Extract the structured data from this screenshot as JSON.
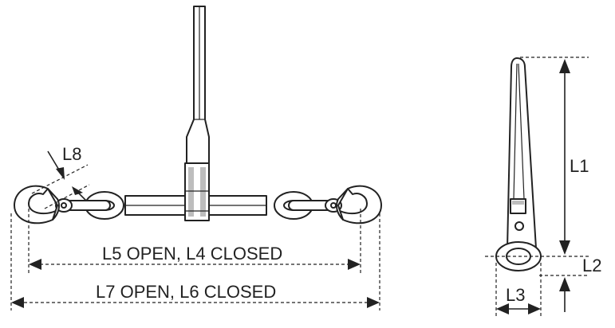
{
  "labels": {
    "l1": "L1",
    "l2": "L2",
    "l3": "L3",
    "l8": "L8",
    "inner_length": "L5 OPEN, L4 CLOSED",
    "outer_length": "L7 OPEN, L6 CLOSED"
  },
  "colors": {
    "ink": "#222222",
    "shade": "#bdbdbd",
    "background": "#ffffff"
  }
}
